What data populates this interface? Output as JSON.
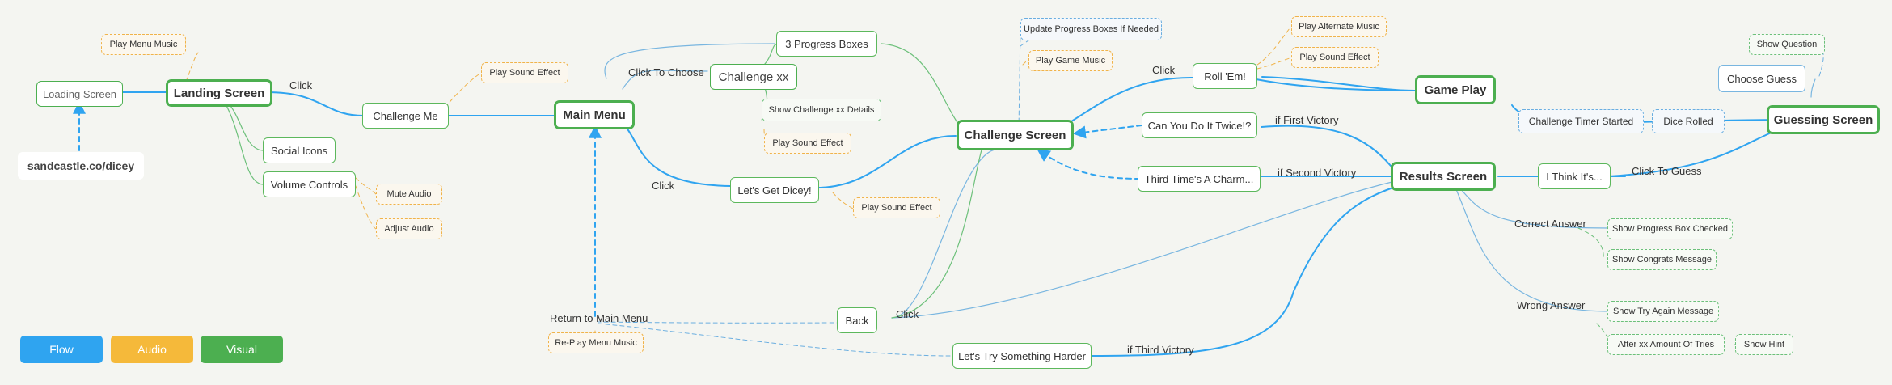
{
  "nodes": {
    "loading_screen": "Loading Screen",
    "url": "sandcastle.co/dicey",
    "play_menu_music": "Play Menu Music",
    "landing_screen": "Landing Screen",
    "social_icons": "Social Icons",
    "volume_controls": "Volume Controls",
    "mute_audio": "Mute Audio",
    "adjust_audio": "Adjust Audio",
    "challenge_me": "Challenge Me",
    "play_sound_effect_1": "Play Sound Effect",
    "main_menu": "Main Menu",
    "challenge_xx": "Challenge xx",
    "three_progress_boxes": "3 Progress Boxes",
    "show_challenge_details": "Show Challenge xx Details",
    "play_sound_effect_2": "Play Sound Effect",
    "lets_get_dicey": "Let's Get Dicey!",
    "play_sound_effect_3": "Play Sound Effect",
    "update_progress_boxes": "Update Progress Boxes If Needed",
    "play_game_music": "Play Game Music",
    "challenge_screen": "Challenge Screen",
    "roll_em": "Roll 'Em!",
    "play_alternate_music": "Play Alternate Music",
    "play_sound_effect_4": "Play Sound Effect",
    "can_you_do_it_twice": "Can You Do It Twice!?",
    "third_times_a_charm": "Third Time's A Charm...",
    "game_play": "Game Play",
    "challenge_timer_started": "Challenge Timer Started",
    "dice_rolled": "Dice Rolled",
    "guessing_screen": "Guessing Screen",
    "choose_guess": "Choose Guess",
    "show_question": "Show Question",
    "results_screen": "Results Screen",
    "i_think_its": "I Think It's...",
    "show_progress_box_checked": "Show Progress Box Checked",
    "show_congrats_message": "Show Congrats Message",
    "show_try_again_message": "Show Try Again Message",
    "after_xx_tries": "After xx Amount Of Tries",
    "show_hint": "Show Hint",
    "back": "Back",
    "lets_try_something_harder": "Let's Try Something Harder",
    "replay_menu_music": "Re-Play Menu Music"
  },
  "edge_labels": {
    "click_1": "Click",
    "click_to_choose": "Click To Choose",
    "click_2": "Click",
    "click_3": "Click",
    "if_first_victory": "if First Victory",
    "if_second_victory": "if Second Victory",
    "click_to_guess": "Click To Guess",
    "correct_answer": "Correct Answer",
    "wrong_answer": "Wrong Answer",
    "click_4": "Click",
    "return_to_main_menu": "Return to Main Menu",
    "if_third_victory": "if Third Victory"
  },
  "legend": {
    "flow": "Flow",
    "audio": "Audio",
    "visual": "Visual"
  },
  "colors": {
    "flow": "#2fa4f0",
    "audio": "#f5b93a",
    "visual": "#4caf50",
    "background": "#f4f5f1"
  }
}
